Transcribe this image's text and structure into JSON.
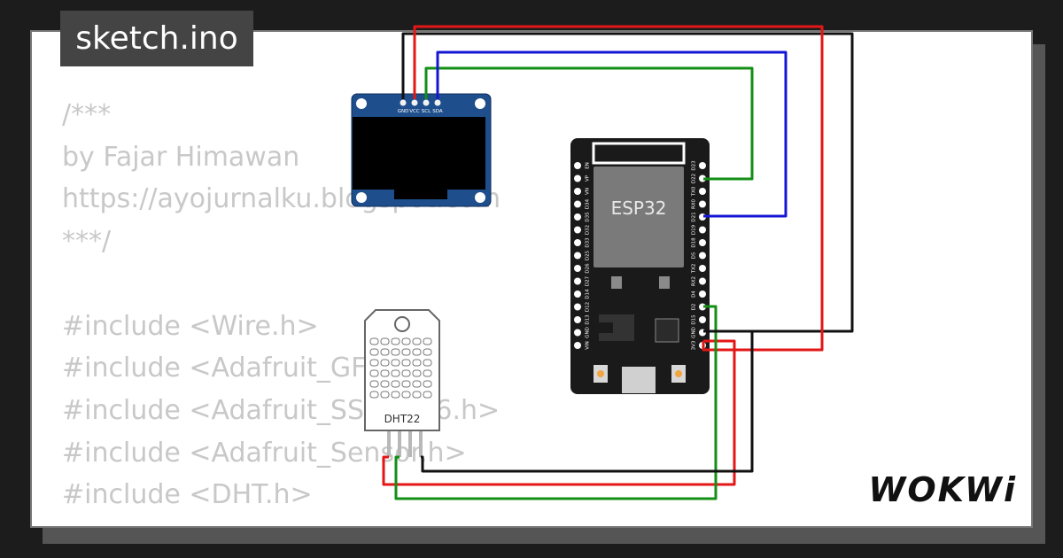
{
  "title_tab": "sketch.ino",
  "code_lines": [
    "/***",
    "by Fajar Himawan",
    "https://ayojurnalku.blogspot.com",
    "***/",
    "",
    "#include <Wire.h>",
    "#include <Adafruit_GFX.h>",
    "#include <Adafruit_SSD1306.h>",
    "#include <Adafruit_Sensor.h>",
    "#include <DHT.h>"
  ],
  "oled": {
    "pin_labels": [
      "GND",
      "VCC",
      "SCL",
      "SDA"
    ]
  },
  "esp32": {
    "label": "ESP32",
    "left_pins": [
      "EN",
      "VP",
      "VN",
      "D34",
      "D35",
      "D32",
      "D33",
      "D25",
      "D26",
      "D27",
      "D14",
      "D12",
      "D13",
      "GND",
      "VIN"
    ],
    "right_pins": [
      "D23",
      "D22",
      "TX0",
      "RX0",
      "D21",
      "D19",
      "D18",
      "D5",
      "TX2",
      "RX2",
      "D4",
      "D2",
      "D15",
      "GND",
      "3V3"
    ]
  },
  "dht": {
    "label": "DHT22"
  },
  "logo": "WOKWi",
  "colors": {
    "wire_black": "#111111",
    "wire_red": "#e41616",
    "wire_green": "#138f16",
    "wire_blue": "#1515d6",
    "oled_blue": "#1e4e8c",
    "code_gray": "#c8c8c8"
  }
}
